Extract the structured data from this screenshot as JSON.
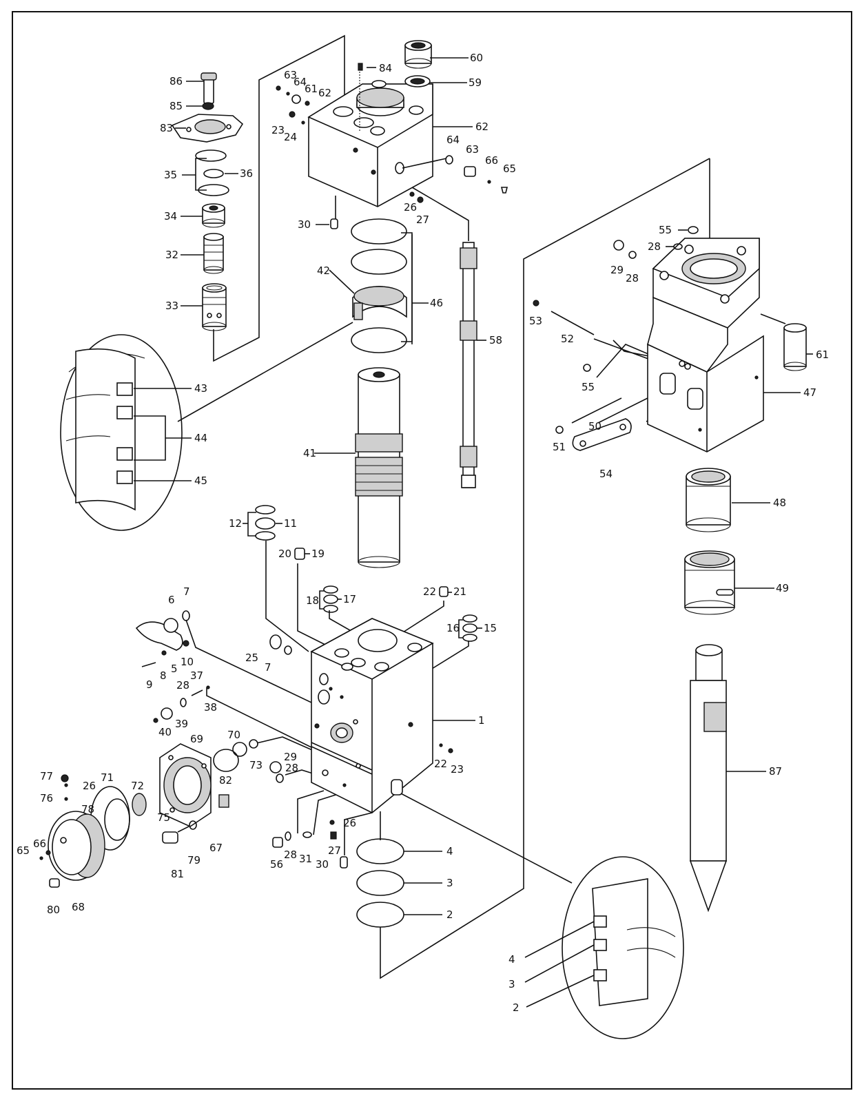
{
  "labels": {
    "l1": "1",
    "l2": "2",
    "l2b": "2",
    "l3": "3",
    "l3b": "3",
    "l4": "4",
    "l4b": "4",
    "l5": "5",
    "l6": "6",
    "l7a": "7",
    "l7b": "7",
    "l8": "8",
    "l9": "9",
    "l10": "10",
    "l11": "11",
    "l12": "12",
    "l15": "15",
    "l16": "16",
    "l17": "17",
    "l18": "18",
    "l19": "19",
    "l20": "20",
    "l21": "21",
    "l22a": "22",
    "l22b": "22",
    "l23a": "23",
    "l23b": "23",
    "l24": "24",
    "l25": "25",
    "l26a": "26",
    "l26b": "26",
    "l26c": "26",
    "l27a": "27",
    "l27b": "27",
    "l28a": "28",
    "l28b": "28",
    "l28c": "28",
    "l28d": "28",
    "l28e": "28",
    "l29a": "29",
    "l29b": "29",
    "l30a": "30",
    "l30b": "30",
    "l31": "31",
    "l32": "32",
    "l33": "33",
    "l34": "34",
    "l35": "35",
    "l36": "36",
    "l37": "37",
    "l38": "38",
    "l39": "39",
    "l40": "40",
    "l41": "41",
    "l42": "42",
    "l43": "43",
    "l44": "44",
    "l45": "45",
    "l46": "46",
    "l47": "47",
    "l48": "48",
    "l49": "49",
    "l50": "50",
    "l51": "51",
    "l52": "52",
    "l53": "53",
    "l54": "54",
    "l55a": "55",
    "l55b": "55",
    "l56": "56",
    "l58": "58",
    "l59": "59",
    "l60": "60",
    "l61a": "61",
    "l61b": "61",
    "l62a": "62",
    "l62b": "62",
    "l63a": "63",
    "l63b": "63",
    "l64a": "64",
    "l64b": "64",
    "l65a": "65",
    "l65b": "65",
    "l66a": "66",
    "l66b": "66",
    "l67": "67",
    "l68": "68",
    "l69": "69",
    "l70": "70",
    "l71": "71",
    "l72": "72",
    "l73": "73",
    "l75": "75",
    "l76": "76",
    "l77": "77",
    "l78": "78",
    "l79": "79",
    "l80": "80",
    "l81": "81",
    "l82": "82",
    "l83": "83",
    "l84": "84",
    "l85": "85",
    "l86": "86",
    "l87": "87"
  }
}
